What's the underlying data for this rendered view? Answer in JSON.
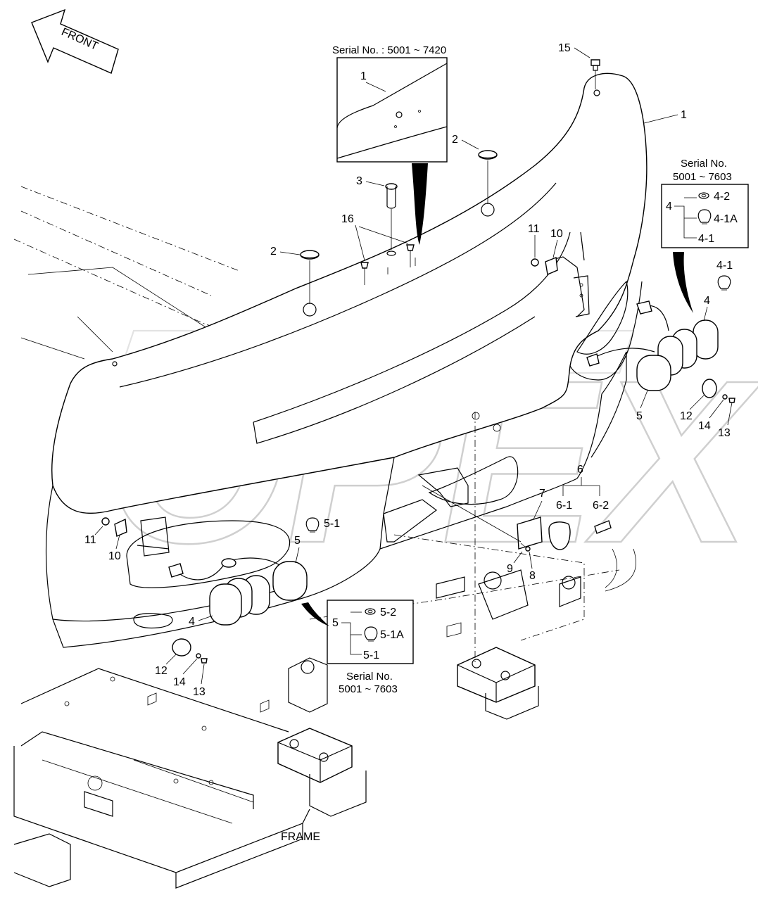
{
  "front_label": "FRONT",
  "frame_label": "FRAME",
  "watermark": "OPEX",
  "inset_top": {
    "serial": "Serial No.  : 5001 ~ 7420",
    "callout": "1"
  },
  "inset_right": {
    "serial_line1": "Serial No.",
    "serial_line2": "5001 ~ 7603",
    "parent": "4",
    "items": [
      "4-2",
      "4-1A",
      "4-1"
    ]
  },
  "inset_bottom": {
    "serial_line1": "Serial No.",
    "serial_line2": "5001 ~ 7603",
    "parent": "5",
    "items": [
      "5-2",
      "5-1A",
      "5-1"
    ]
  },
  "callouts": {
    "c15": "15",
    "c1": "1",
    "c2a": "2",
    "c2b": "2",
    "c3": "3",
    "c16": "16",
    "c11a": "11",
    "c10a": "10",
    "c4_1": "4-1",
    "c4a": "4",
    "c5a": "5",
    "c12a": "12",
    "c14a": "14",
    "c13a": "13",
    "c6": "6",
    "c7": "7",
    "c6_1": "6-1",
    "c6_2": "6-2",
    "c9": "9",
    "c8": "8",
    "c11b": "11",
    "c10b": "10",
    "c5_1": "5-1",
    "c5b": "5",
    "c4b": "4",
    "c12b": "12",
    "c14b": "14",
    "c13b": "13"
  },
  "icons": [
    "front-arrow-icon",
    "bulb-icon",
    "gasket-ring-icon"
  ]
}
